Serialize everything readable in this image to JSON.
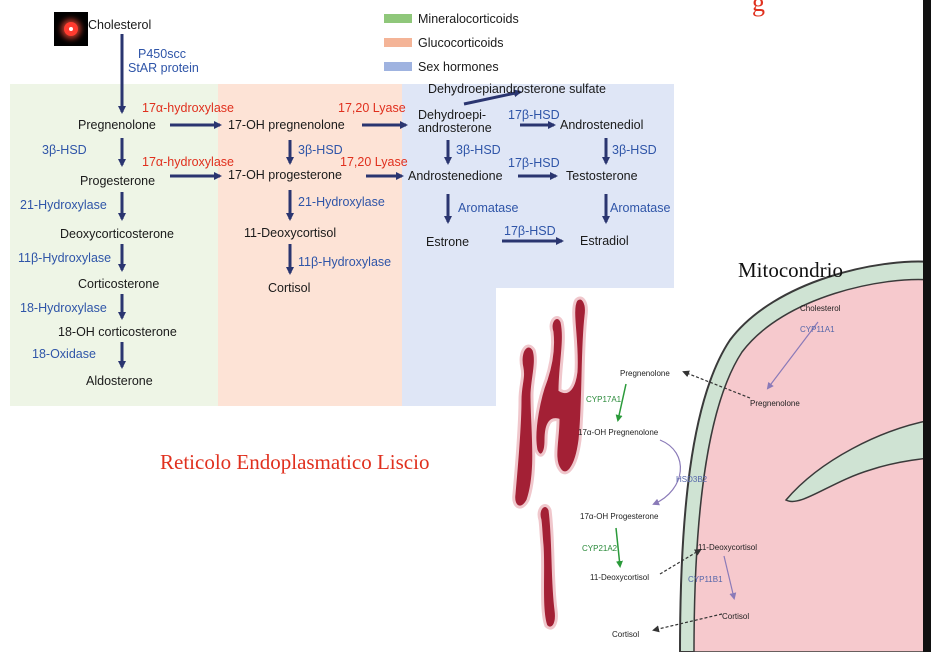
{
  "colors": {
    "mineralo_bg": "#eef5e6",
    "gluco_bg": "#fde3d6",
    "sex_bg": "#dfe6f6",
    "arrow": "#2a3570",
    "enzyme_text": "#2f55a8",
    "lyase_text": "#e0301e"
  },
  "legend": [
    {
      "label": "Mineralocorticoids",
      "color": "#8fc77a"
    },
    {
      "label": "Glucocorticoids",
      "color": "#f4b497"
    },
    {
      "label": "Sex hormones",
      "color": "#9fb3e0"
    }
  ],
  "top_partial": "g",
  "pathway": {
    "cholesterol": "Cholesterol",
    "p450scc": "P450scc",
    "star": "StAR protein",
    "pregnenolone": "Pregnenolone",
    "hydroxylase17a_1": "17α-hydroxylase",
    "oh_pregnenolone": "17-OH pregnenolone",
    "lyase_1": "17,20 Lyase",
    "dhea_sulfate": "Dehydroepiandrosterone sulfate",
    "dhea_1": "Dehydroepi-",
    "dhea_2": "androsterone",
    "hsd17b_1": "17β-HSD",
    "androstenediol": "Androstenediol",
    "hsd3b_1": "3β-HSD",
    "hsd3b_2": "3β-HSD",
    "hsd3b_3": "3β-HSD",
    "hsd3b_4": "3β-HSD",
    "hsd17b_2": "17β-HSD",
    "hydroxylase17a_2": "17α-hydroxylase",
    "lyase_2": "17,20 Lyase",
    "progesterone": "Progesterone",
    "oh_progesterone": "17-OH progesterone",
    "androstenedione": "Androstenedione",
    "testosterone": "Testosterone",
    "hydroxylase21_1": "21-Hydroxylase",
    "hydroxylase21_2": "21-Hydroxylase",
    "aromatase_1": "Aromatase",
    "aromatase_2": "Aromatase",
    "deoxycorticosterone": "Deoxycorticosterone",
    "deoxycortisol": "11-Deoxycortisol",
    "estrone": "Estrone",
    "hsd17b_3": "17β-HSD",
    "estradiol": "Estradiol",
    "hydroxylase11b_1": "11β-Hydroxylase",
    "hydroxylase11b_2": "11β-Hydroxylase",
    "corticosterone": "Corticosterone",
    "cortisol": "Cortisol",
    "hydroxylase18": "18-Hydroxylase",
    "oh_corticosterone": "18-OH corticosterone",
    "oxidase18": "18-Oxidase",
    "aldosterone": "Aldosterone"
  },
  "cell": {
    "mito_title": "Mitocondrio",
    "er_title": "Reticolo Endoplasmatico Liscio",
    "mito_cholesterol": "Cholesterol",
    "cyp11a1": "CYP11A1",
    "mito_pregnenolone": "Pregnenolone",
    "er_pregnenolone": "Pregnenolone",
    "cyp17a1": "CYP17A1",
    "oh_pregnenolone": "17α-OH Pregnenolone",
    "hsd3b2": "HSD3B2",
    "oh_progesterone": "17α-OH Progesterone",
    "cyp21a2": "CYP21A2",
    "er_deoxycortisol": "11-Deoxycortisol",
    "mito_deoxycortisol": "11-Deoxycortisol",
    "cyp11b1": "CYP11B1",
    "mito_cortisol": "Cortisol",
    "er_cortisol": "Cortisol"
  }
}
